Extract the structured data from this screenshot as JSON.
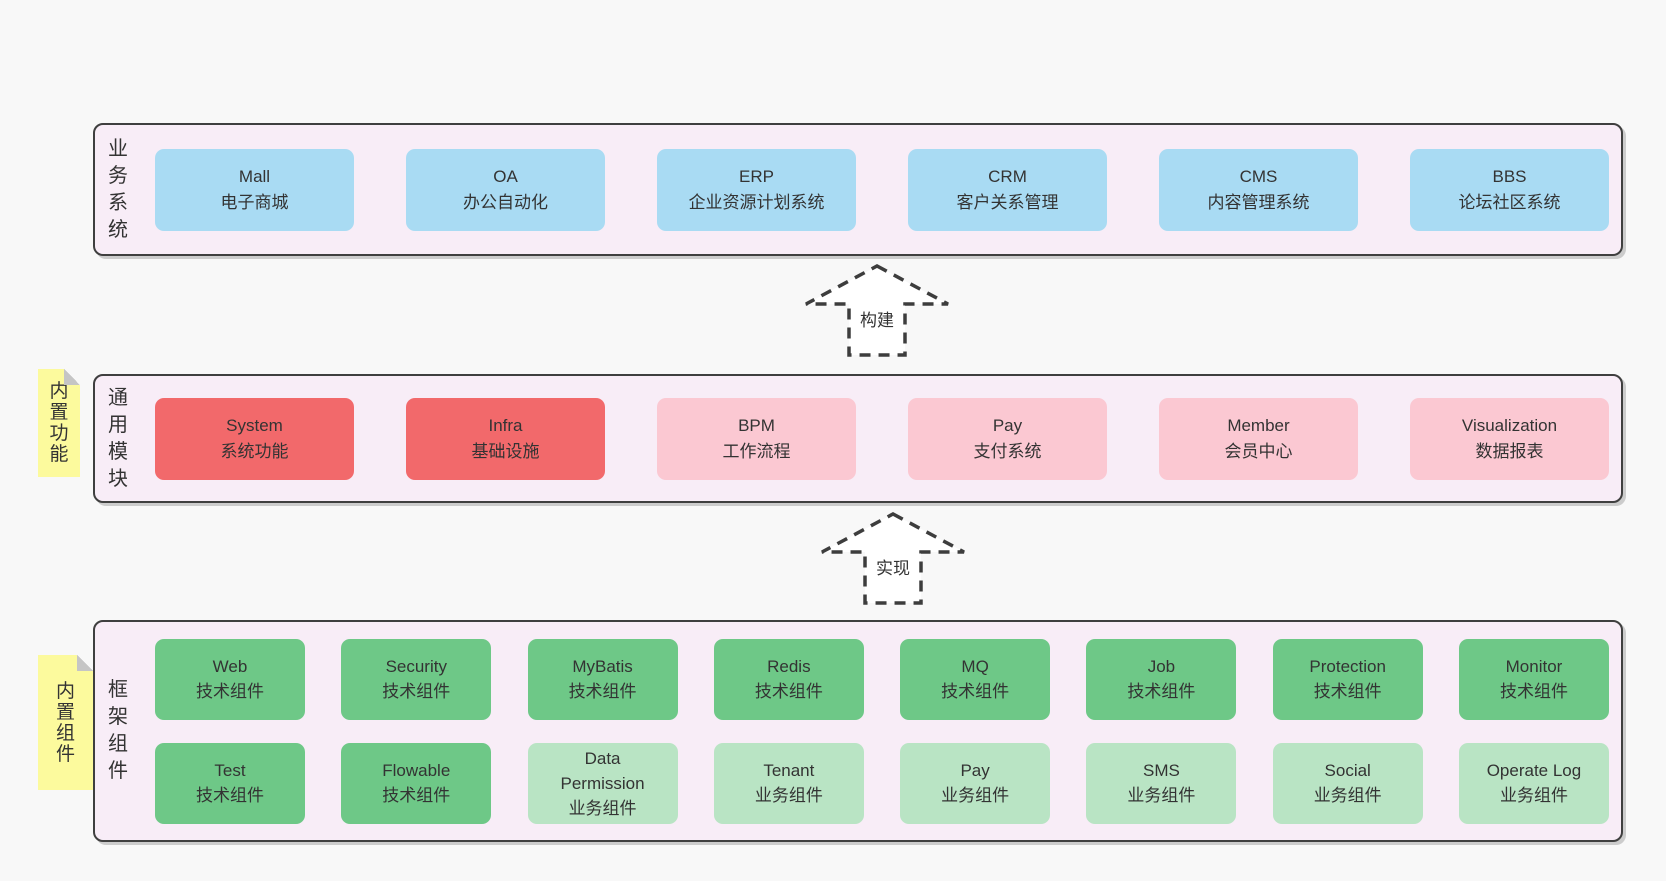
{
  "page": {
    "background": "#f8f8f8"
  },
  "colors": {
    "pageBackground": "#f8f8f8",
    "panelBackground": "#f8edf7",
    "panelBorder": "#3f3f3f",
    "noteYellow": "#fcfa9d",
    "noteFold": "#c5c5c5",
    "text": "#333333",
    "blue": "#a9dbf3",
    "red": "#f2696b",
    "pink": "#fbc8d2",
    "green": "#6ec887",
    "lightGreen": "#b9e4c4",
    "arrowFill": "#ffffff",
    "arrowStroke": "#3d3d3d"
  },
  "notes": [
    {
      "text": "内置功能"
    },
    {
      "text": "内置组件"
    }
  ],
  "arrows": [
    {
      "label": "构建"
    },
    {
      "label": "实现"
    }
  ],
  "layers": [
    {
      "label": "业务系统",
      "rows": [
        [
          {
            "en": "Mall",
            "zh": "电子商城",
            "color": "blue"
          },
          {
            "en": "OA",
            "zh": "办公自动化",
            "color": "blue"
          },
          {
            "en": "ERP",
            "zh": "企业资源计划系统",
            "color": "blue"
          },
          {
            "en": "CRM",
            "zh": "客户关系管理",
            "color": "blue"
          },
          {
            "en": "CMS",
            "zh": "内容管理系统",
            "color": "blue"
          },
          {
            "en": "BBS",
            "zh": "论坛社区系统",
            "color": "blue"
          }
        ]
      ]
    },
    {
      "label": "通用模块",
      "rows": [
        [
          {
            "en": "System",
            "zh": "系统功能",
            "color": "red"
          },
          {
            "en": "Infra",
            "zh": "基础设施",
            "color": "red"
          },
          {
            "en": "BPM",
            "zh": "工作流程",
            "color": "pink"
          },
          {
            "en": "Pay",
            "zh": "支付系统",
            "color": "pink"
          },
          {
            "en": "Member",
            "zh": "会员中心",
            "color": "pink"
          },
          {
            "en": "Visualization",
            "zh": "数据报表",
            "color": "pink"
          }
        ]
      ]
    },
    {
      "label": "框架组件",
      "rows": [
        [
          {
            "en": "Web",
            "zh": "技术组件",
            "color": "green"
          },
          {
            "en": "Security",
            "zh": "技术组件",
            "color": "green"
          },
          {
            "en": "MyBatis",
            "zh": "技术组件",
            "color": "green"
          },
          {
            "en": "Redis",
            "zh": "技术组件",
            "color": "green"
          },
          {
            "en": "MQ",
            "zh": "技术组件",
            "color": "green"
          },
          {
            "en": "Job",
            "zh": "技术组件",
            "color": "green"
          },
          {
            "en": "Protection",
            "zh": "技术组件",
            "color": "green"
          },
          {
            "en": "Monitor",
            "zh": "技术组件",
            "color": "green"
          }
        ],
        [
          {
            "en": "Test",
            "zh": "技术组件",
            "color": "green"
          },
          {
            "en": "Flowable",
            "zh": "技术组件",
            "color": "green"
          },
          {
            "en": "Data Permission",
            "zh": "业务组件",
            "color": "lightGreen"
          },
          {
            "en": "Tenant",
            "zh": "业务组件",
            "color": "lightGreen"
          },
          {
            "en": "Pay",
            "zh": "业务组件",
            "color": "lightGreen"
          },
          {
            "en": "SMS",
            "zh": "业务组件",
            "color": "lightGreen"
          },
          {
            "en": "Social",
            "zh": "业务组件",
            "color": "lightGreen"
          },
          {
            "en": "Operate Log",
            "zh": "业务组件",
            "color": "lightGreen"
          }
        ]
      ]
    }
  ]
}
